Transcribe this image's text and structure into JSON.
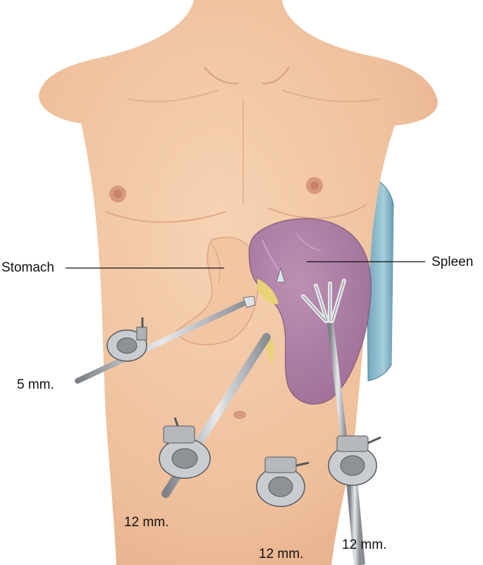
{
  "labels": {
    "stomach": "Stomach",
    "spleen": "Spleen",
    "port_5mm": "5 mm.",
    "port_12mm_left": "12 mm.",
    "port_12mm_center": "12 mm.",
    "port_12mm_right": "12 mm."
  },
  "colors": {
    "skin": "#f3c9a6",
    "skin_shadow": "#e2a985",
    "spleen": "#a97ba3",
    "stomach": "#f1c8a6",
    "drape": "#8fbccd",
    "instrument": "#b9bcc0"
  },
  "icons": {
    "trocar": "trocar-icon",
    "retractor": "fan-retractor-icon"
  }
}
